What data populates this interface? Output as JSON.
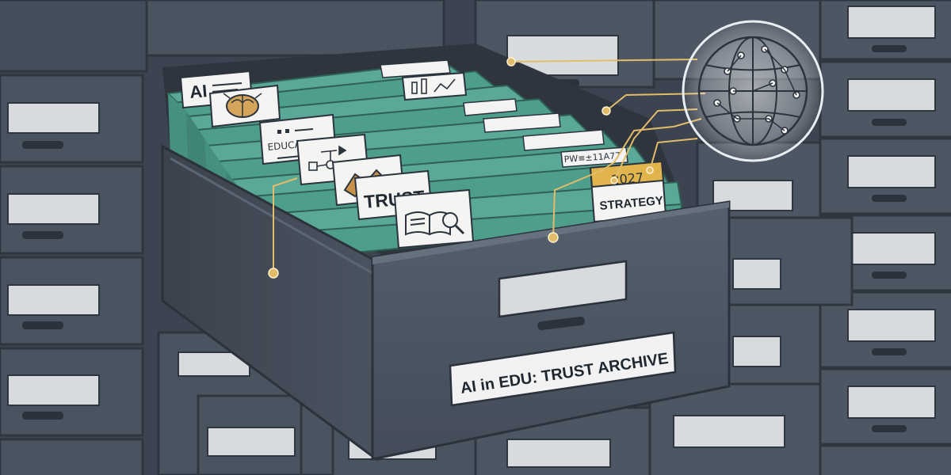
{
  "scene": {
    "drawer_label": "AI in EDU: TRUST ARCHIVE",
    "tabs": {
      "ai": "AI",
      "education": "EDUCATION",
      "trust": "TRUST",
      "pa_code": "PW≡±11A77",
      "year": "2027",
      "strategy": "STRATEGY"
    },
    "icons": [
      "brain-icon",
      "flowchart-icon",
      "handshake-icon",
      "book-magnifier-icon",
      "globe-circuit-icon",
      "bar-chart-icon"
    ]
  },
  "colors": {
    "cabinet": "#4b5563",
    "cabinet_dark": "#363e49",
    "cabinet_light": "#5d6774",
    "folder": "#4e9e8c",
    "folder_light": "#67b3a1",
    "label_plate": "#dcdfe2",
    "accent_gold": "#e3bc6a",
    "year_tab": "#e2b44c"
  }
}
